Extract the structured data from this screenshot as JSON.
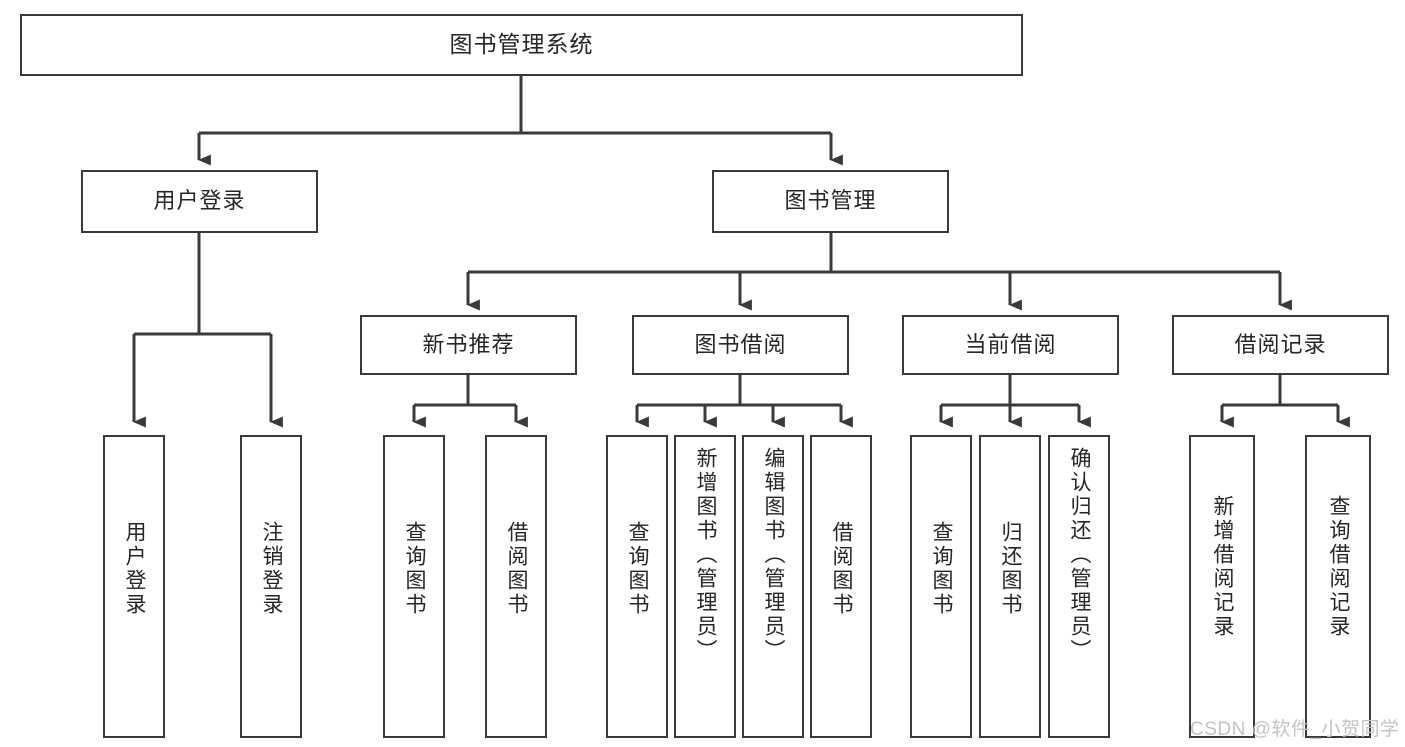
{
  "diagram": {
    "type": "tree",
    "title": "图书管理系统",
    "orientation": "top-down",
    "nodes": {
      "root": {
        "label": "图书管理系统",
        "level": 1
      },
      "user_login": {
        "label": "用户登录",
        "level": 2
      },
      "book_manage": {
        "label": "图书管理",
        "level": 2
      },
      "new_book_rec": {
        "label": "新书推荐",
        "level": 3
      },
      "book_borrow": {
        "label": "图书借阅",
        "level": 3
      },
      "current_borrow": {
        "label": "当前借阅",
        "level": 3
      },
      "borrow_record": {
        "label": "借阅记录",
        "level": 3
      },
      "leaf_user_login": {
        "label": "用户登录",
        "level": 4
      },
      "leaf_user_logout": {
        "label": "注销登录",
        "level": 4
      },
      "leaf_query_book_1": {
        "label": "查询图书",
        "level": 4
      },
      "leaf_borrow_book_1": {
        "label": "借阅图书",
        "level": 4
      },
      "leaf_query_book_2": {
        "label": "查询图书",
        "level": 4
      },
      "leaf_add_book": {
        "label": "新增图书（管理员）",
        "level": 4
      },
      "leaf_edit_book": {
        "label": "编辑图书（管理员）",
        "level": 4
      },
      "leaf_borrow_book_2": {
        "label": "借阅图书",
        "level": 4
      },
      "leaf_query_book_3": {
        "label": "查询图书",
        "level": 4
      },
      "leaf_return_book": {
        "label": "归还图书",
        "level": 4
      },
      "leaf_confirm_return": {
        "label": "确认归还（管理员）",
        "level": 4
      },
      "leaf_add_record": {
        "label": "新增借阅记录",
        "level": 4
      },
      "leaf_query_record": {
        "label": "查询借阅记录",
        "level": 4
      }
    },
    "colors": {
      "stroke": "#3a3a3a",
      "fill": "#ffffff",
      "text": "#262626",
      "watermark": "#c3c3c3"
    }
  },
  "watermark": {
    "text": "CSDN @软件_小贺同学"
  }
}
